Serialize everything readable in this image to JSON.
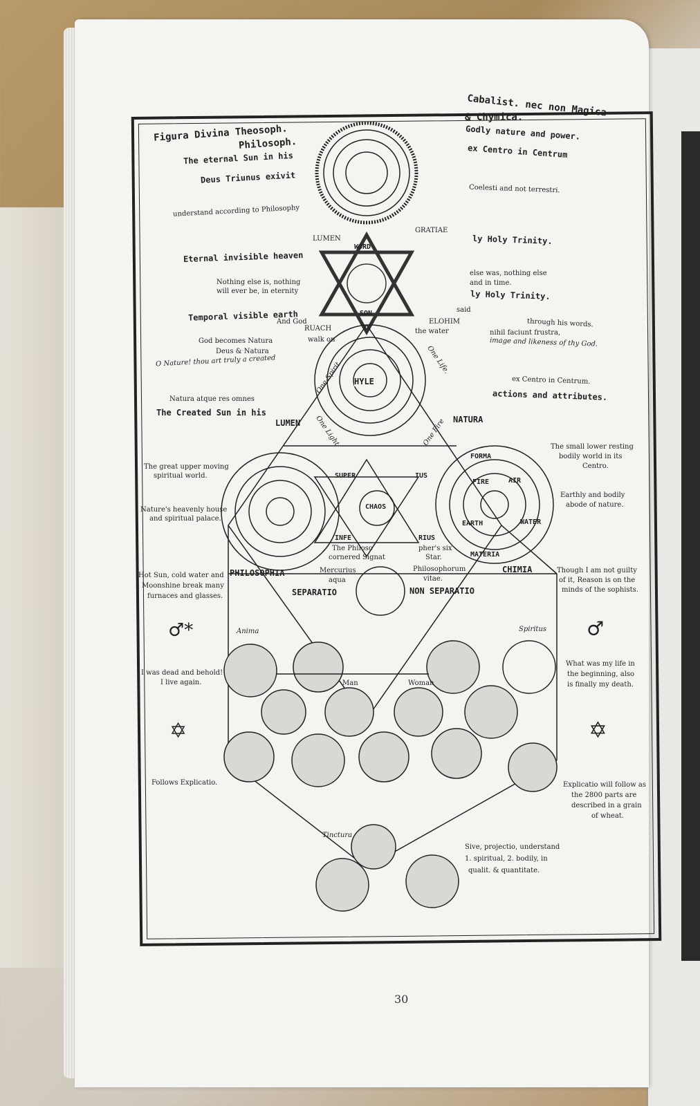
{
  "page_number": "30",
  "header": {
    "left_title_1": "Figura Divina Theosoph.",
    "left_title_2": "Philosoph.",
    "right_title_1": "Cabalist. nec non Magica",
    "right_title_2": "& Chymica."
  },
  "left_notes": [
    "The eternal Sun in his",
    "Deus Triunus exivit",
    "understand according to Philosophy",
    "Eternal invisible heaven",
    "Nothing else is, nothing",
    "will ever be, in eternity",
    "Temporal visible earth",
    "God becomes Natura",
    "Deus & Natura",
    "O Nature! thou art truly a created",
    "Natura atque res omnes",
    "The Created Sun in his",
    "The great upper moving",
    "spiritual world.",
    "Nature's heavenly house",
    "and spiritual palace.",
    "Hot Sun, cold water and",
    "Moonshine break many",
    "furnaces and glasses.",
    "I was dead and behold!",
    "I live again.",
    "Follows Explicatio."
  ],
  "right_notes": [
    "Godly nature and power.",
    "ex Centro in Centrum",
    "Coelesti and not terrestri.",
    "ly Holy Trinity.",
    "else was, nothing else",
    "and in time.",
    "ly Holy Trinity.",
    "through his words.",
    "nihil faciunt frustra,",
    "image and likeness of thy God.",
    "ex Centro in Centrum.",
    "actions and attributes.",
    "The small lower resting",
    "bodily world in its",
    "Centro.",
    "Earthly and bodily",
    "abode of nature.",
    "Though I am not guilty",
    "of it, Reason is on the",
    "minds of the sophists.",
    "What was my life in",
    "the beginning, also",
    "is finally my death.",
    "Explicatio will follow as",
    "the 2800 parts are",
    "described in a grain",
    "of wheat.",
    "Sive, projectio, understand",
    "1. spiritual, 2. bodily, in",
    "qualit. & quantitate."
  ],
  "diagram": {
    "labels": {
      "lumen": "LUMEN",
      "gratiae": "GRATIAE",
      "word": "WORD",
      "son": "SON",
      "and_god": "And God",
      "said": "said",
      "ruach": "RUACH",
      "walk_on": "walk on",
      "elohim": "ELOHIM",
      "the_water": "the water",
      "hyle": "HYLE",
      "lumen2": "LUMEN",
      "natura": "NATURA",
      "chaos": "CHAOS",
      "super": "SUPER",
      "ius": "IUS",
      "infe": "INFE",
      "rius": "RIUS",
      "philosophia": "PHILOSOPHIA",
      "chimia": "CHIMIA",
      "separatio": "SEPARATIO",
      "non_separatio": "NON SEPARATIO",
      "mercurius": "Mercurius",
      "aqua": "aqua",
      "philosophorum": "Philosophorum",
      "vitae": "vitae.",
      "the_philoso": "The Philoso",
      "cornered_signat": "cornered Signat",
      "phers_six": "pher's six",
      "star": "Star.",
      "fire": "FIRE",
      "air": "AIR",
      "water": "WATER",
      "earth": "EARTH",
      "forma": "FORMA",
      "materia": "MATERIA",
      "anima": "Anima",
      "spiritus": "Spiritus",
      "tinctura": "Tinctura",
      "man": "Man",
      "woman": "Woman",
      "one_spirit": "One Spirit.",
      "one_life": "One Life.",
      "one_light": "One Light",
      "one_fire": "One Fire"
    },
    "symbols": {
      "left_symbol_1": "♂*",
      "left_symbol_2": "✡",
      "right_symbol_1": "♂",
      "right_symbol_2": "✡"
    }
  }
}
